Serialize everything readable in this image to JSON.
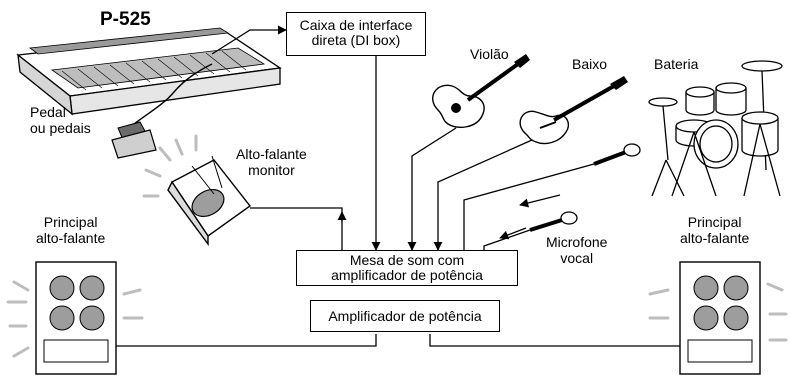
{
  "instrument": {
    "model": "P-525"
  },
  "labels": {
    "pedal": [
      "Pedal",
      "ou pedais"
    ],
    "di_box": [
      "Caixa de interface",
      "direta (DI box)"
    ],
    "guitar": "Violão",
    "bass": "Baixo",
    "drums": "Bateria",
    "monitor": [
      "Alto-falante",
      "monitor"
    ],
    "main_left": [
      "Principal",
      "alto-falante"
    ],
    "main_right": [
      "Principal",
      "alto-falante"
    ],
    "mixer": [
      "Mesa de som com",
      "amplificador de potência"
    ],
    "power_amp": "Amplificador de potência",
    "vocal_mic": [
      "Microfone",
      "vocal"
    ]
  }
}
